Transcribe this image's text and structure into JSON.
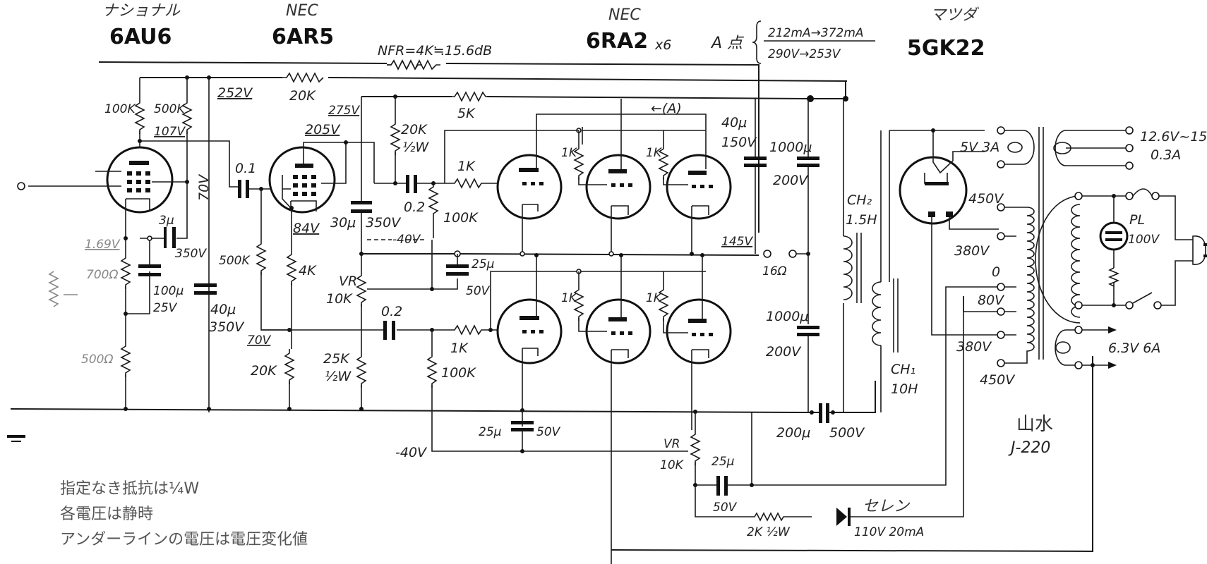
{
  "title": "6RA2 x6 OTL amplifier schematic",
  "tubes": [
    {
      "maker": "ナショナル",
      "name": "6AU6",
      "suffix": ""
    },
    {
      "maker": "NEC",
      "name": "6AR5",
      "suffix": ""
    },
    {
      "maker": "NEC",
      "name": "6RA2",
      "suffix": "x6"
    },
    {
      "maker": "マツダ",
      "name": "5GK22",
      "suffix": ""
    }
  ],
  "point_a": {
    "label": "A 点",
    "current": "212mA→372mA",
    "voltage": "290V→253V",
    "marker": "←(A)"
  },
  "nfr": "NFR=4K≒15.6dB",
  "components": {
    "r_nfb": "20K",
    "r_5k": "5K",
    "r_100k_plate": "100K",
    "r_500k_screen": "500K",
    "v_107": "107V",
    "v_252": "252V",
    "v_275": "275V",
    "v_205": "205V",
    "c_01": "0.1",
    "v_70": "70V",
    "c_3u": "3μ",
    "c_3u_v": "350V",
    "v_169": "1.69V",
    "r_700": "700Ω",
    "c_100u": "100μ",
    "c_100u_v": "25V",
    "r_500": "500Ω",
    "c_40u": "40μ",
    "c_40u_v": "350V",
    "r_500k_grid": "500K",
    "v_84": "84V",
    "r_4k": "4K",
    "v_70b": "70V",
    "r_20k_cath": "20K",
    "c_30u": "30μ",
    "c_30u_v": "350V",
    "r_20k_half": "20K",
    "r_20k_half_w": "½W",
    "c_02a": "0.2",
    "r_1k_a": "1K",
    "r_100k_a": "100K",
    "v_neg40a": "-40V",
    "vr_a": "VR",
    "vr_a_val": "10K",
    "r_25k": "25K",
    "r_25k_w": "½W",
    "c_25u_a": "25μ",
    "c_25u_a_v": "50V",
    "c_02b": "0.2",
    "r_1k_b": "1K",
    "r_100k_b": "100K",
    "r_1k_g1": "1K",
    "r_1k_g2": "1K",
    "r_1k_g3": "1K",
    "r_1k_g4": "1K",
    "c_40u_150": "40μ",
    "c_40u_150_v": "150V",
    "c_1000u_a": "1000μ",
    "c_1000u_a_v": "200V",
    "v_145": "145V",
    "out_16": "16Ω",
    "c_1000u_b": "1000μ",
    "c_1000u_b_v": "200V",
    "ch2": "CH₂",
    "ch2_val": "1.5H",
    "ch1": "CH₁",
    "ch1_val": "10H",
    "c_200u": "200μ",
    "c_200u_v": "500V",
    "c_25u_b": "25μ",
    "c_25u_b_v": "50V",
    "v_neg40b": "-40V",
    "vr_b": "VR",
    "vr_b_val": "10K",
    "c_25u_c": "25μ",
    "c_25u_c_v": "50V",
    "r_2k": "2K ½W",
    "selen": "セレン",
    "selen_val": "110V 20mA"
  },
  "transformer": {
    "maker": "山水",
    "model": "J-220",
    "rect_heater": "5V 3A",
    "taps": [
      "450V",
      "380V",
      "0",
      "80V",
      "380V",
      "450V"
    ],
    "heater_a": "12.6V~15V",
    "heater_a_i": "0.3A",
    "pilot": "PL",
    "pilot_v": "100V",
    "heater_b": "6.3V 6A"
  },
  "notes": [
    "指定なき抵抗は¼W",
    "各電圧は静時",
    "アンダーラインの電圧は電圧変化値"
  ]
}
